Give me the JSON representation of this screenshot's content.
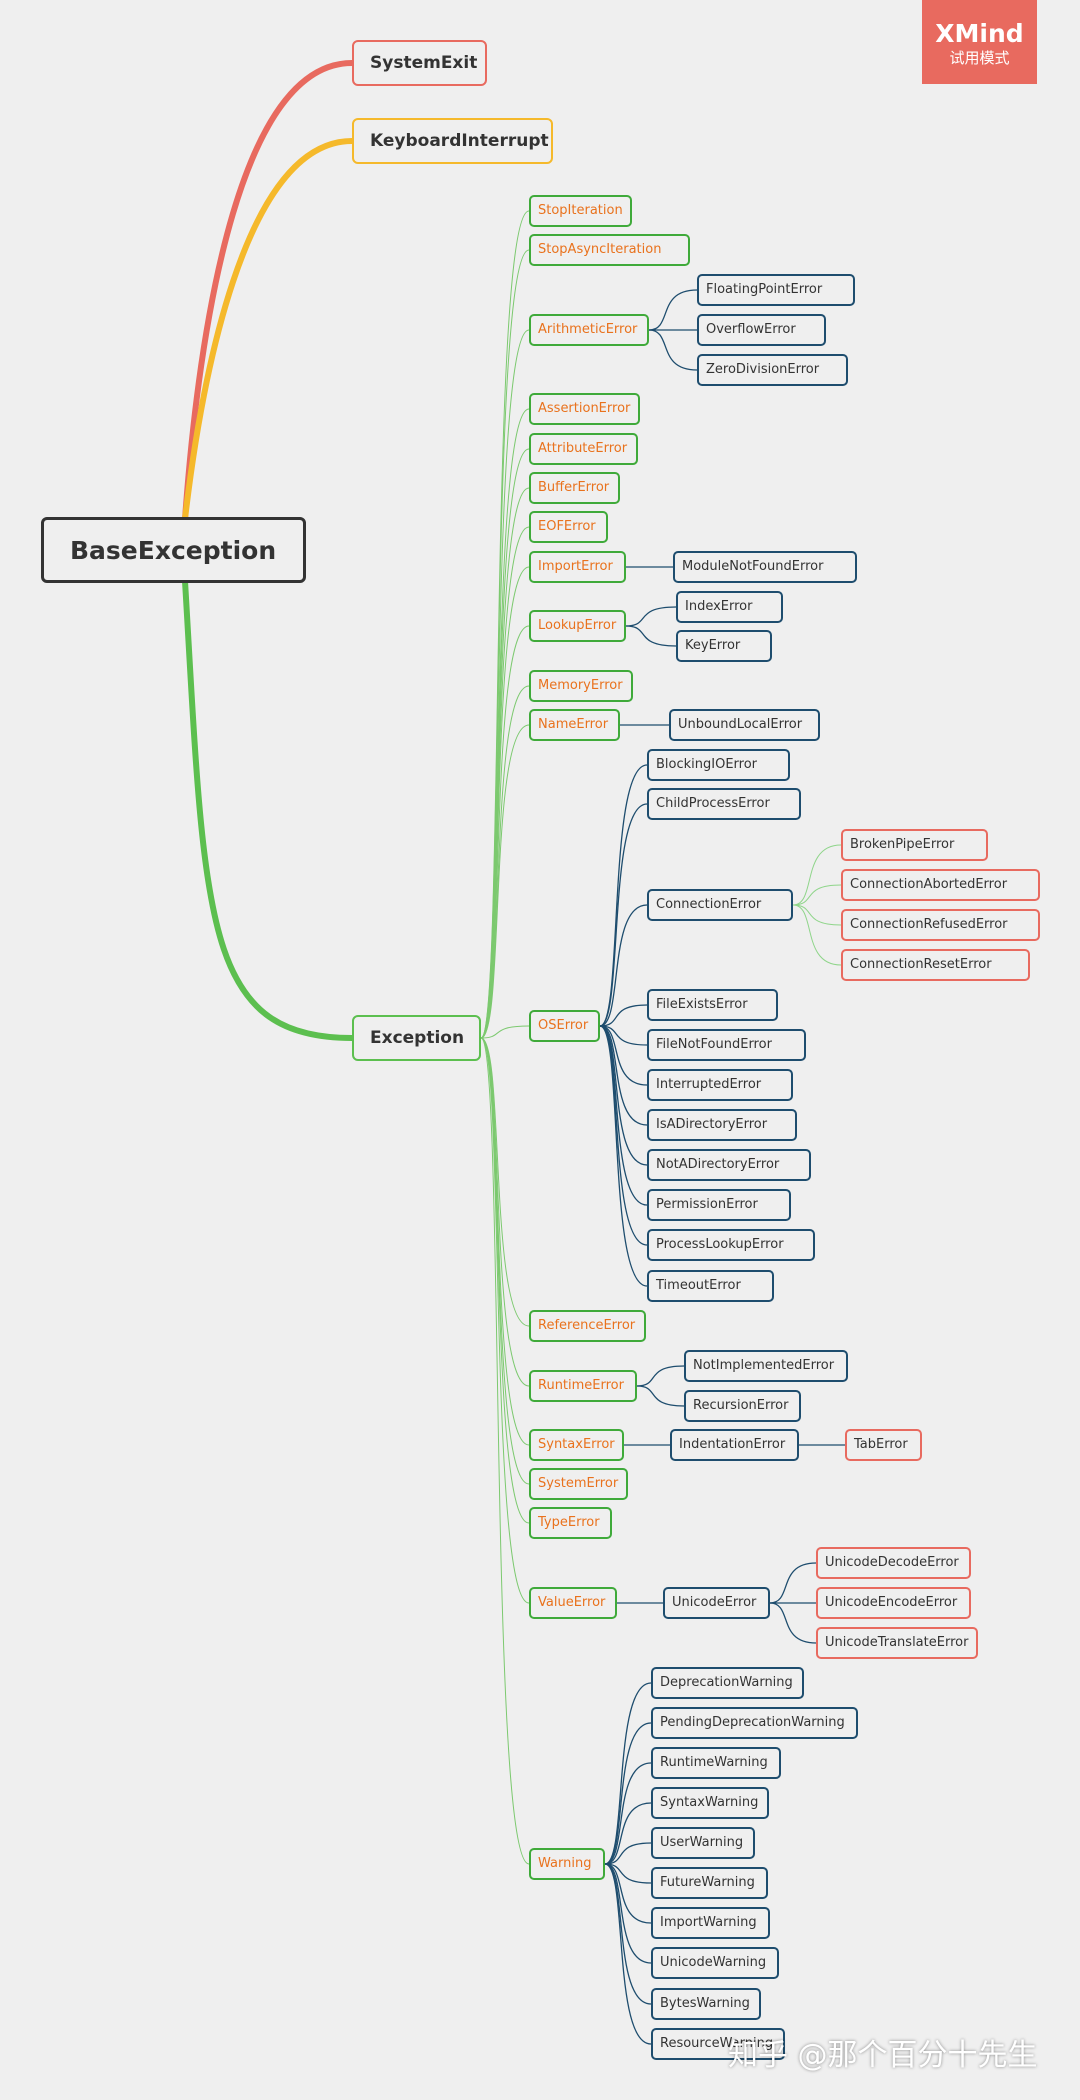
{
  "brand": {
    "name": "XMind",
    "sub": "试用模式"
  },
  "watermark": "知乎 @那个百分十先生",
  "colors": {
    "level2_text": "#e9721d",
    "level2_border": "#3faa3a",
    "level3_border": "#1e4d6e",
    "accent_red": "#e86a5f",
    "yellow": "#f5b92b",
    "root_border": "#333333"
  },
  "root": "BaseException",
  "top": {
    "systemexit": "SystemExit",
    "keyboardinterrupt": "KeyboardInterrupt",
    "exception": "Exception"
  },
  "exception_children": {
    "stopiteration": "StopIteration",
    "stopasynciteration": "StopAsyncIteration",
    "arithmeticerror": "ArithmeticError",
    "assertionerror": "AssertionError",
    "attributeerror": "AttributeError",
    "buffererror": "BufferError",
    "eoferror": "EOFError",
    "importerror": "ImportError",
    "lookuperror": "LookupError",
    "memoryerror": "MemoryError",
    "nameerror": "NameError",
    "oserror": "OSError",
    "referenceerror": "ReferenceError",
    "runtimeerror": "RuntimeError",
    "syntaxerror": "SyntaxError",
    "systemerror": "SystemError",
    "typeerror": "TypeError",
    "valueerror": "ValueError",
    "warning": "Warning"
  },
  "sub": {
    "floatingpointerror": "FloatingPointError",
    "overflowerror": "OverflowError",
    "zerodivisionerror": "ZeroDivisionError",
    "modulenotfounderror": "ModuleNotFoundError",
    "indexerror": "IndexError",
    "keyerror": "KeyError",
    "unboundlocalerror": "UnboundLocalError",
    "blockingioerror": "BlockingIOError",
    "childprocesserror": "ChildProcessError",
    "connectionerror": "ConnectionError",
    "fileexistserror": "FileExistsError",
    "filenotfounderror": "FileNotFoundError",
    "interruptederror": "InterruptedError",
    "isadirectoryerror": "IsADirectoryError",
    "notadirectoryerror": "NotADirectoryError",
    "permissionerror": "PermissionError",
    "processlookuperror": "ProcessLookupError",
    "timeouterror": "TimeoutError",
    "notimplementederror": "NotImplementedError",
    "recursionerror": "RecursionError",
    "indentationerror": "IndentationError",
    "unicodeerror": "UnicodeError",
    "deprecationwarning": "DeprecationWarning",
    "pendingdeprecationwarning": "PendingDeprecationWarning",
    "runtimewarning": "RuntimeWarning",
    "syntaxwarning": "SyntaxWarning",
    "userwarning": "UserWarning",
    "futurewarning": "FutureWarning",
    "importwarning": "ImportWarning",
    "unicodewarning": "UnicodeWarning",
    "byteswarning": "BytesWarning",
    "resourcewarning": "ResourceWarning"
  },
  "leaf": {
    "brokenpipeerror": "BrokenPipeError",
    "connectionabortederror": "ConnectionAbortedError",
    "connectionrefusederror": "ConnectionRefusedError",
    "connectionreseterror": "ConnectionResetError",
    "taberror": "TabError",
    "unicodedecodeerror": "UnicodeDecodeError",
    "unicodeencodeerror": "UnicodeEncodeError",
    "unicodetranslateerror": "UnicodeTranslateError"
  }
}
